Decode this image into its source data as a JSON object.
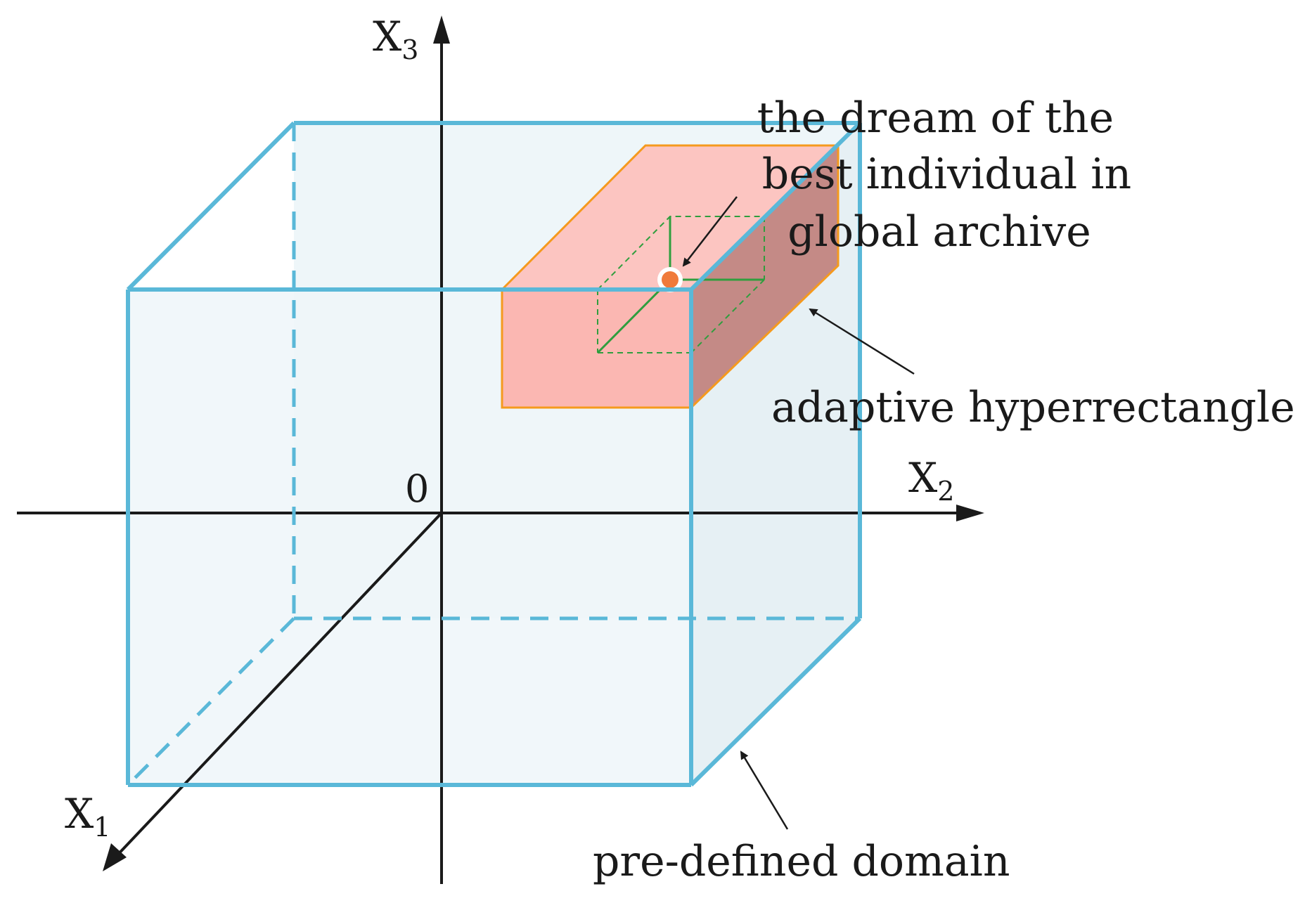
{
  "axes": {
    "x1": {
      "letter": "X",
      "sub": "1"
    },
    "x2": {
      "letter": "X",
      "sub": "2"
    },
    "x3": {
      "letter": "X",
      "sub": "3"
    },
    "origin": "0"
  },
  "annotations": {
    "best_individual": [
      "the dream of the",
      "best individual in",
      "global archive"
    ],
    "hyperrectangle": "adaptive hyperrectangle",
    "domain": "pre-defined domain"
  },
  "colors": {
    "domain_edge": "#5ab8d8",
    "domain_fill": "#eaf4f8",
    "box_front": "#fbb7b2",
    "box_top": "#fcc5c1",
    "box_side": "#c48a86",
    "box_edge": "#f59a1e",
    "inner_edge": "#2f9e3e",
    "point": "#f07a3a",
    "axis": "#1a1a1a"
  }
}
